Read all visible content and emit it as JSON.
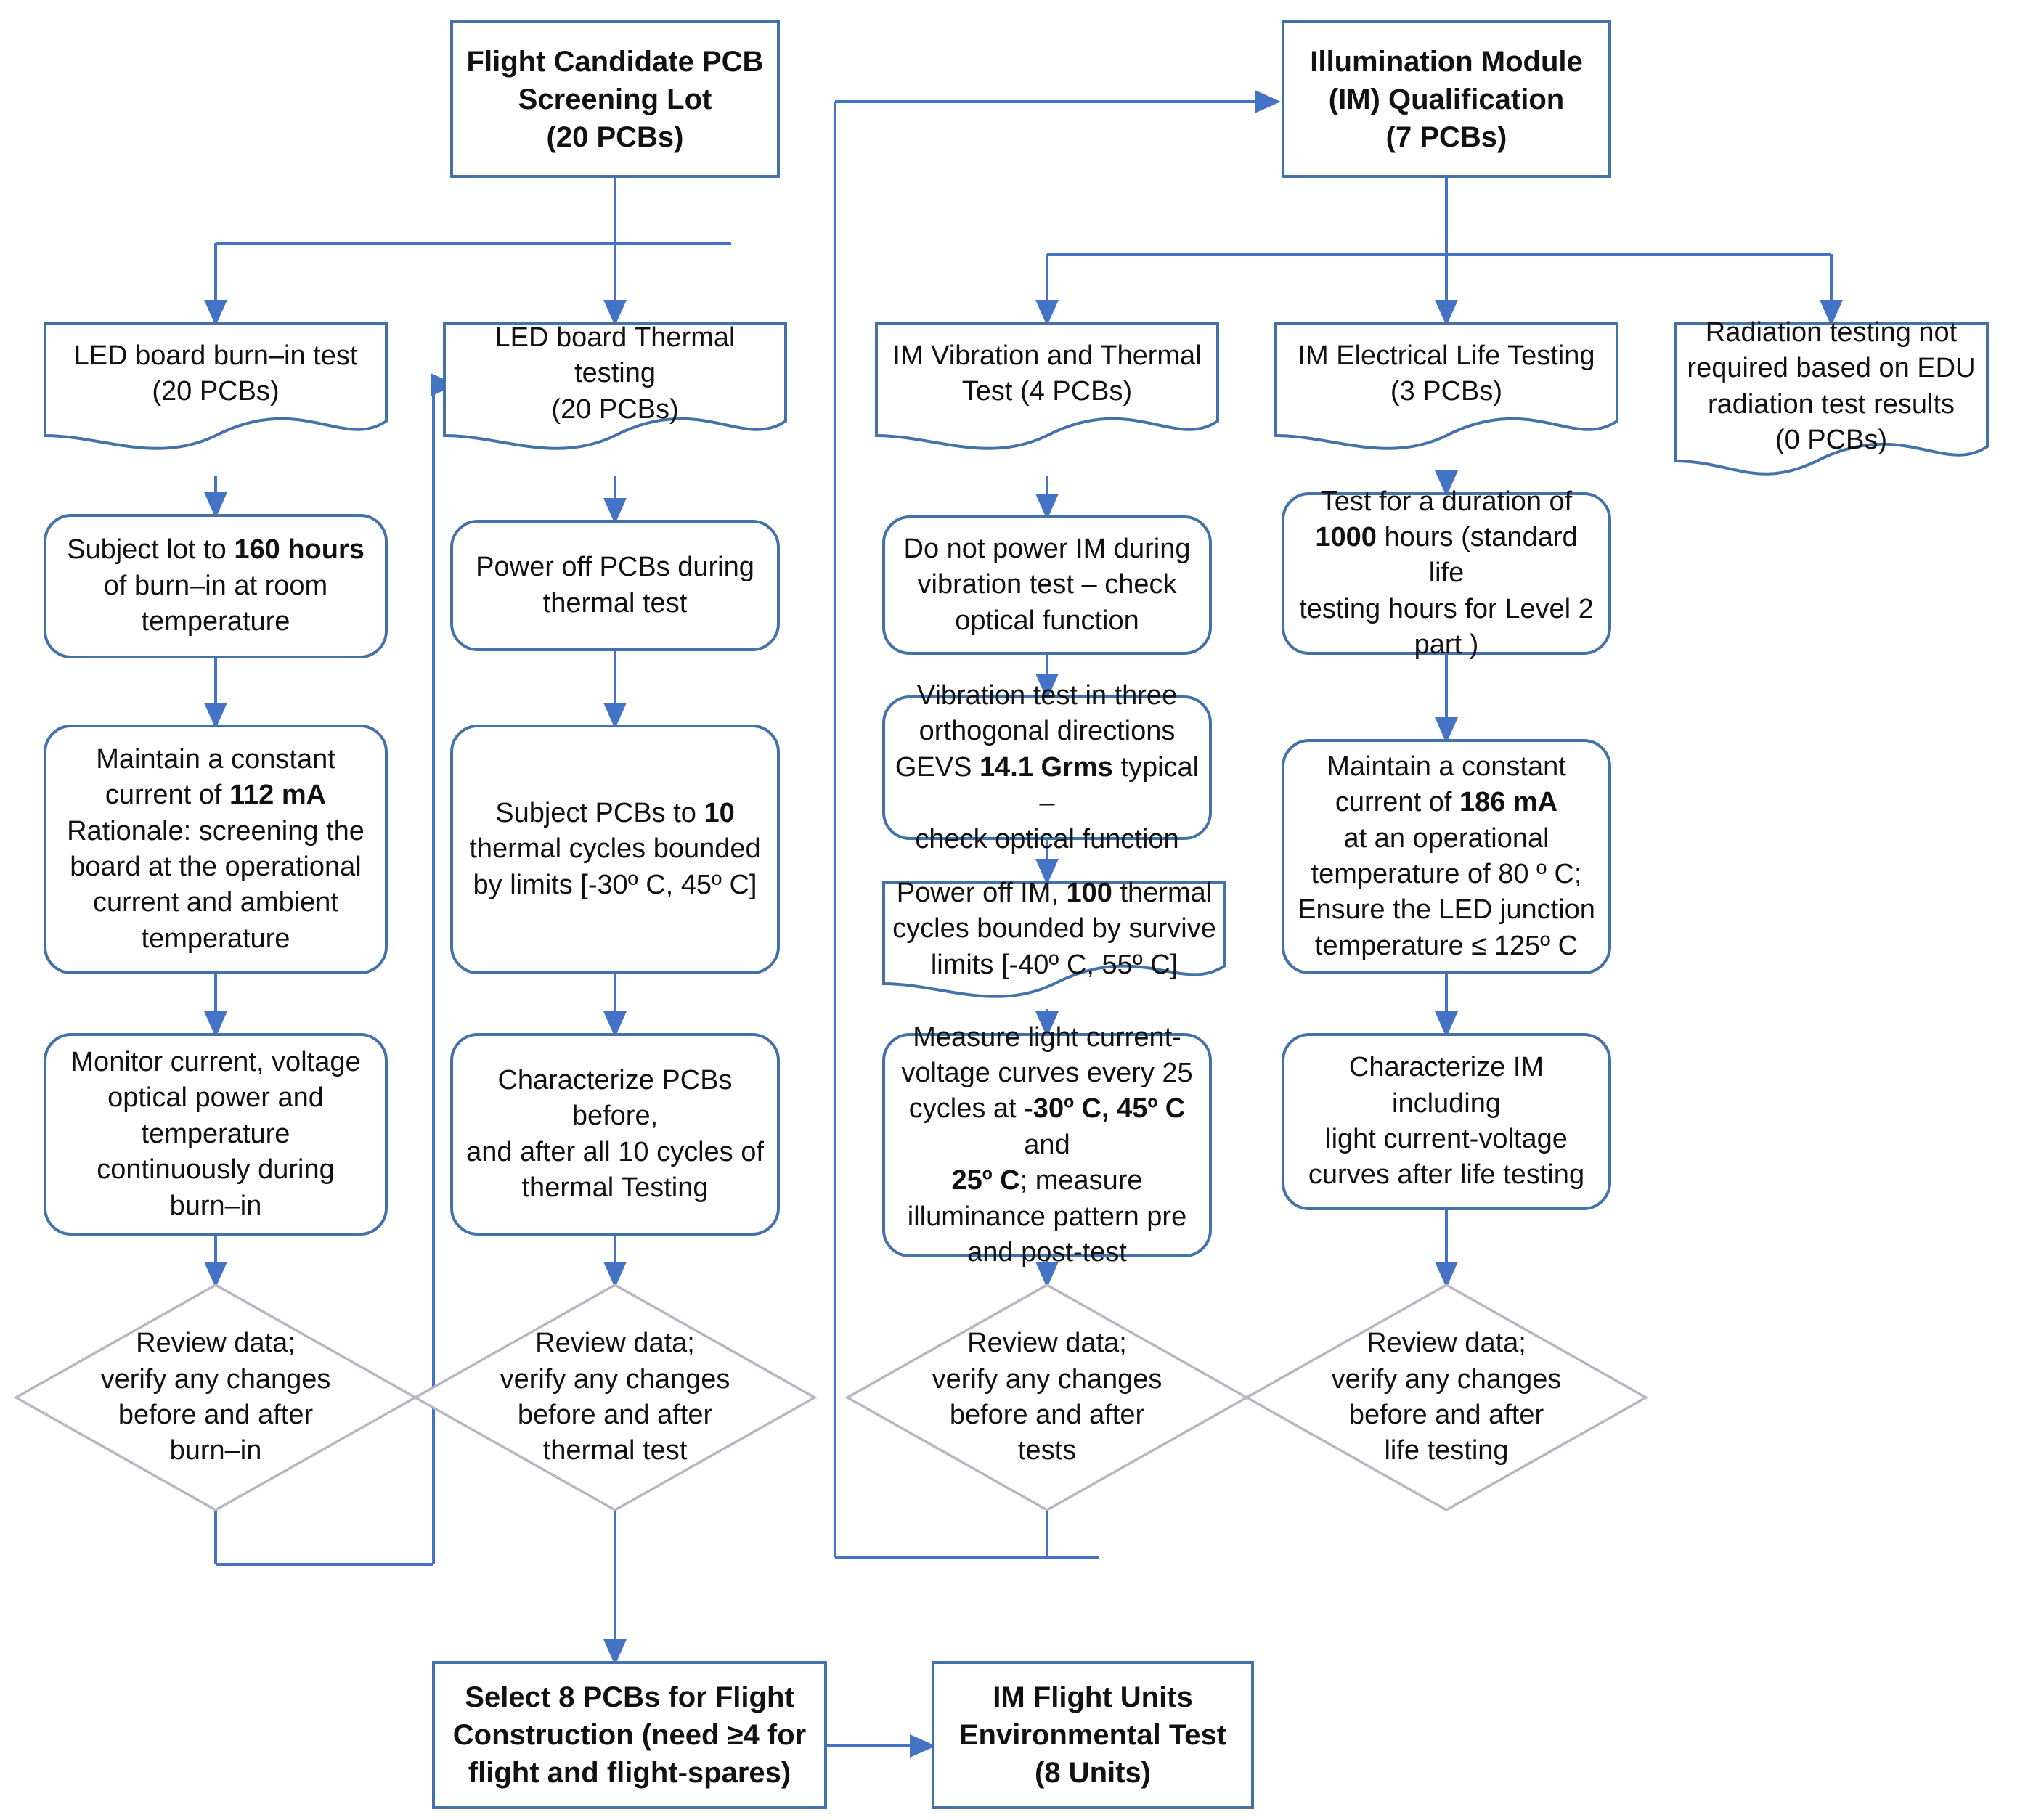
{
  "diagram": {
    "title_semantic": "LED PCB flight screening and illumination module qualification flowchart",
    "colors": {
      "node_border": "#4472a8",
      "decision_border": "#b7b7c4",
      "connector": "#4472c4",
      "background": "#ffffff",
      "text": "#111111"
    },
    "nodes": {
      "flight_candidate_lot": "Flight Candidate PCB\nScreening Lot\n(20 PCBs)",
      "im_qualification": "Illumination Module\n(IM) Qualification\n(7 PCBs)",
      "burn_in_test": "LED board burn–in test\n(20 PCBs)",
      "thermal_testing": "LED board Thermal testing\n(20 PCBs)",
      "im_vibration_thermal": "IM Vibration and Thermal\nTest (4 PCBs)",
      "im_electrical_life": "IM Electrical Life Testing\n(3 PCBs)",
      "radiation_not_required": "Radiation testing not\nrequired based on EDU\nradiation test results\n(0 PCBs)",
      "burn_in_hours": "Subject lot to <b>160 hours</b>\nof burn–in at room\ntemperature",
      "power_off_pcbs": "Power off PCBs during\nthermal test",
      "do_not_power_im": "Do not power IM during\nvibration test – check\noptical function",
      "life_duration": "Test for a duration of\n<b>1000</b> hours (standard life\ntesting hours for Level 2\npart )",
      "constant_current_112": "Maintain a constant\ncurrent of <b>112 mA</b>\nRationale: screening the\nboard at the operational\ncurrent and ambient\ntemperature",
      "thermal_cycles_10": "Subject PCBs to <b>10</b>\nthermal cycles bounded\nby limits [-30º C, 45º C]",
      "vibration_three_axes": "Vibration test in three\northogonal directions\nGEVS <b>14.1 Grms</b> typical –\ncheck optical function",
      "power_off_im_100": "Power off IM, <b>100</b> thermal\ncycles bounded by survive\nlimits [-40º C, 55º C]",
      "constant_current_186": "Maintain a constant\ncurrent of <b>186 mA</b>\nat an operational\ntemperature of 80 º C;\nEnsure the LED junction\ntemperature ≤ 125º C",
      "monitor_burn_in": "Monitor current, voltage\noptical power and\ntemperature\ncontinuously during\nburn–in",
      "characterize_pcbs": "Characterize PCBs before,\nand after all 10 cycles of\nthermal Testing",
      "measure_light_curves": "Measure light current-\nvoltage curves every 25\ncycles at <b>-30º C, 45º C</b> and\n<b>25º C</b>; measure\nilluminance pattern pre\nand post-test",
      "characterize_im": "Characterize IM including\nlight current-voltage\ncurves after life testing",
      "review_burn_in": "Review data;\nverify any changes\nbefore and after\nburn–in",
      "review_thermal": "Review data;\nverify any changes\nbefore and after\nthermal test",
      "review_tests": "Review data;\nverify any changes\nbefore and after\ntests",
      "review_life": "Review data;\nverify any changes\nbefore and after\nlife testing",
      "select_8_pcbs": "Select 8 PCBs for Flight\nConstruction (need ≥4 for\nflight and flight-spares)",
      "im_flight_units": "IM Flight Units\nEnvironmental Test\n(8 Units)"
    }
  }
}
